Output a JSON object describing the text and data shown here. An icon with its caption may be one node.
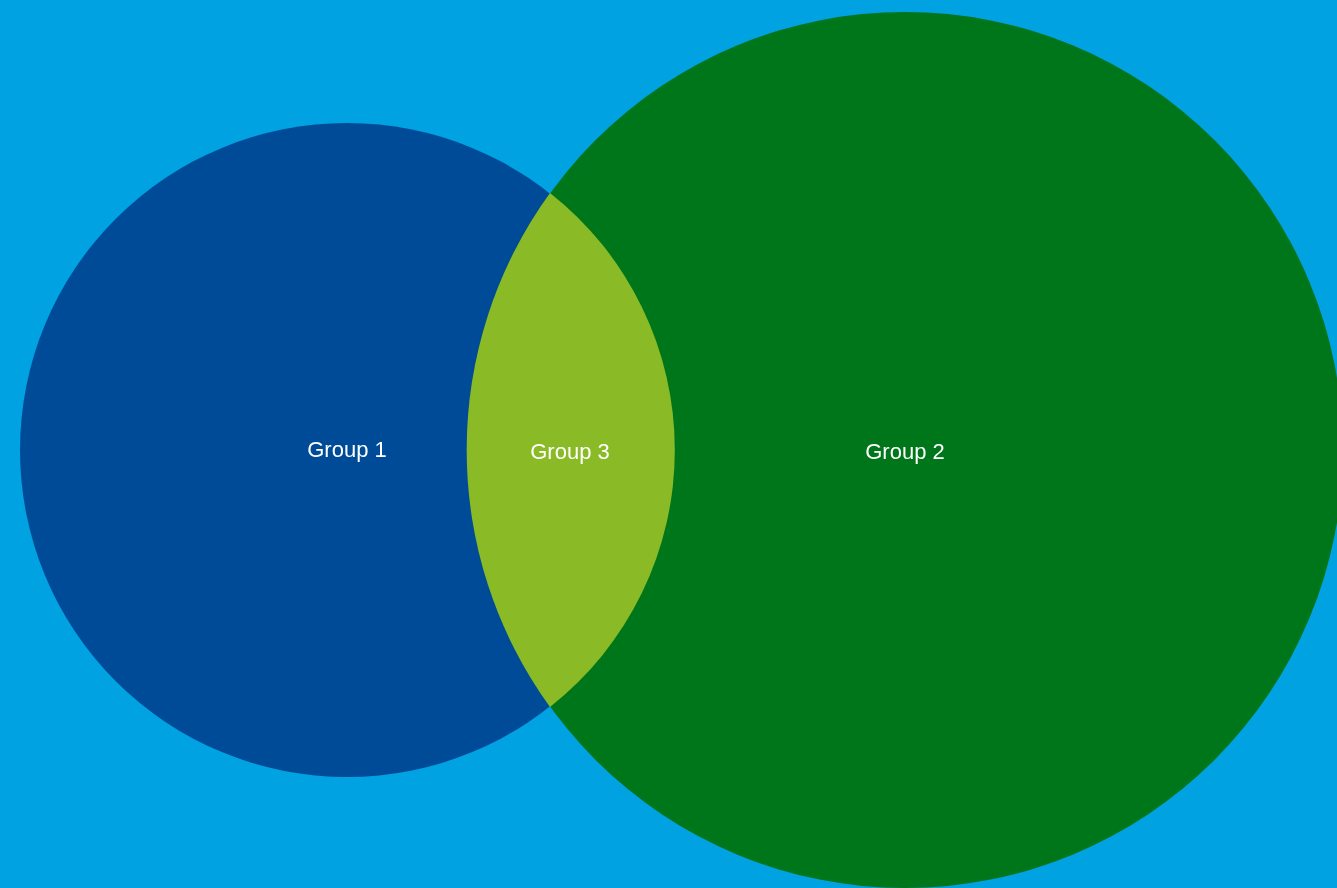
{
  "diagram": {
    "nodes": [
      {
        "text": [
          "Group 1"
        ]
      },
      {
        "text": [
          "Group 3"
        ]
      },
      {
        "text": [
          "Group 2"
        ]
      }
    ]
  }
}
